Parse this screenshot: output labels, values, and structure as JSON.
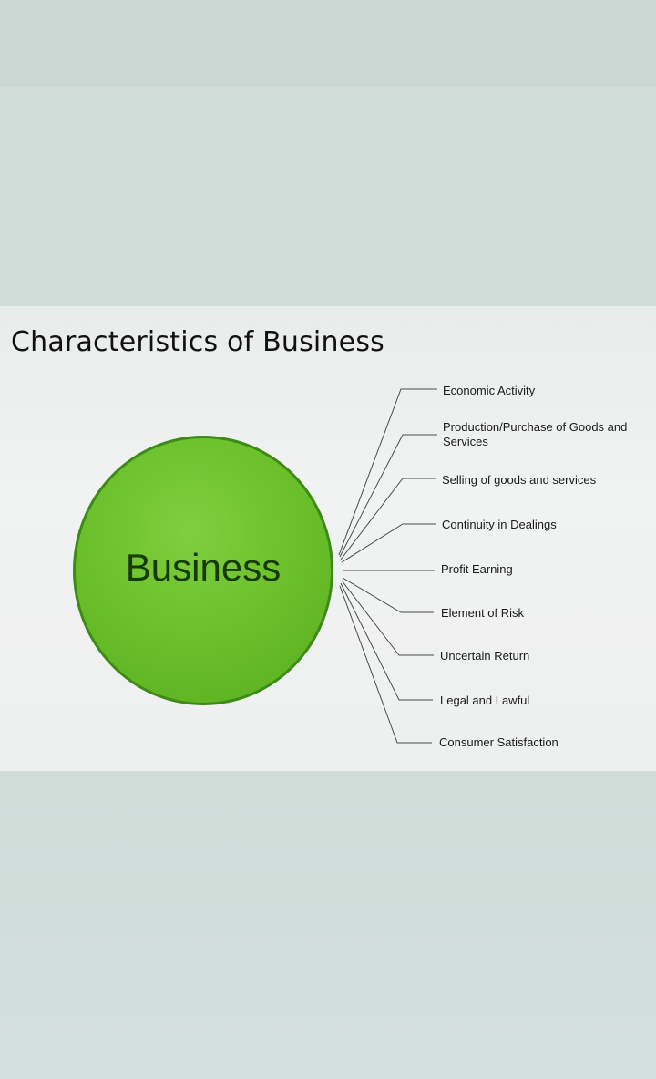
{
  "diagram": {
    "title": "Characteristics of Business",
    "center": "Business",
    "items": [
      "Economic Activity",
      "Production/Purchase of Goods and\nServices",
      "Selling of goods and services",
      "Continuity in Dealings",
      "Profit Earning",
      "Element of Risk",
      "Uncertain Return",
      "Legal and Lawful",
      "Consumer Satisfaction"
    ],
    "colors": {
      "circle_fill": "#6cc12c",
      "circle_border": "#3e8a18",
      "label": "#183a08"
    }
  }
}
